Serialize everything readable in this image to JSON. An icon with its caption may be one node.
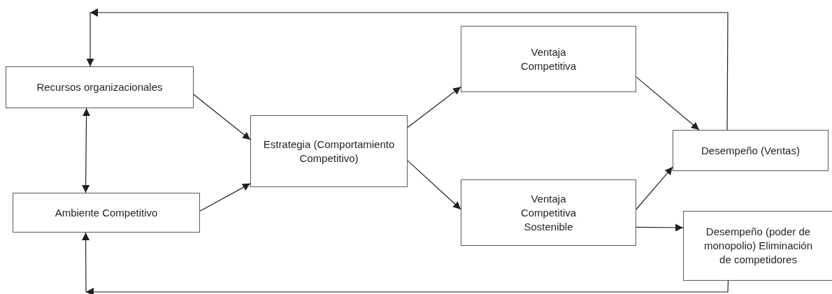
{
  "diagram": {
    "nodes": [
      {
        "text": [
          "Recursos organizacionales"
        ]
      },
      {
        "text": [
          "Ambiente Competitivo"
        ]
      },
      {
        "text": [
          "Estrategia (Comportamiento Competitivo)"
        ]
      },
      {
        "text": [
          "Ventaja Competitiva"
        ]
      },
      {
        "text": [
          "Ventaja Competitiva Sostenible"
        ]
      },
      {
        "text": [
          "Desempeño (Ventas)"
        ]
      },
      {
        "text": [
          "Desempeño (poder de monopolio) Eliminación de competidores"
        ]
      }
    ],
    "edges": [
      {
        "from": 0,
        "to": 2,
        "arrow": "to"
      },
      {
        "from": 1,
        "to": 2,
        "arrow": "to"
      },
      {
        "from": 0,
        "to": 1,
        "arrow": "both"
      },
      {
        "from": 2,
        "to": 3,
        "arrow": "to"
      },
      {
        "from": 2,
        "to": 4,
        "arrow": "to"
      },
      {
        "from": 3,
        "to": 5,
        "arrow": "to"
      },
      {
        "from": 4,
        "to": 5,
        "arrow": "to"
      },
      {
        "from": 4,
        "to": 6,
        "arrow": "to"
      },
      {
        "from": 5,
        "to": 0,
        "arrow": "to"
      },
      {
        "from": 6,
        "to": 1,
        "arrow": "to"
      }
    ]
  }
}
